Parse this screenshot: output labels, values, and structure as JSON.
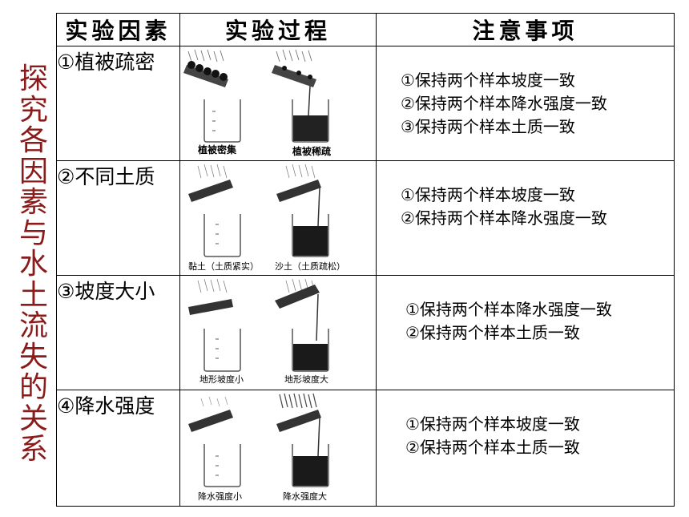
{
  "side_title": "探究各因素与水土流失的关系",
  "headers": [
    "实验因素",
    "实验过程",
    "注意事项"
  ],
  "rows": [
    {
      "factor": "①植被疏密",
      "captions": [
        "植被密集",
        "植被稀疏"
      ],
      "notes": [
        "①保持两个样本坡度一致",
        "②保持两个样本降水强度一致",
        "③保持两个样本土质一致"
      ]
    },
    {
      "factor": "②不同土质",
      "captions": [
        "黏土（土质紧实）",
        "沙土（土质疏松）"
      ],
      "notes": [
        "①保持两个样本坡度一致",
        "②保持两个样本降水强度一致"
      ]
    },
    {
      "factor": "③坡度大小",
      "captions": [
        "地形坡度小",
        "地形坡度大"
      ],
      "notes": [
        "①保持两个样本降水强度一致",
        "②保持两个样本土质一致"
      ]
    },
    {
      "factor": "④降水强度",
      "captions": [
        "降水强度小",
        "降水强度大"
      ],
      "notes": [
        "①保持两个样本坡度一致",
        "②保持两个样本土质一致"
      ]
    }
  ]
}
